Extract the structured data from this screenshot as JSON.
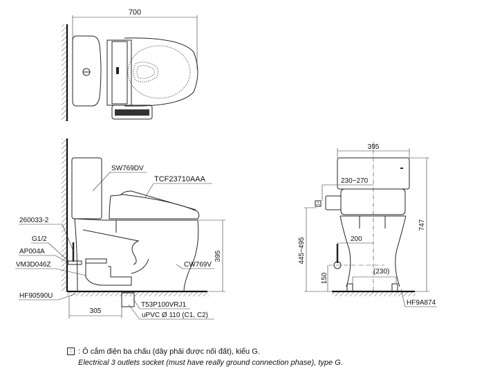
{
  "top_view": {
    "width_dim": "700"
  },
  "side_view": {
    "height_dim": "395",
    "rough_in_dim": "305",
    "labels": {
      "tank": "SW769DV",
      "seat": "TCF23710AAA",
      "hose": "260033-2",
      "thread": "G1/2",
      "valve": "AP004A",
      "adapter": "VM3D046Z",
      "bolt": "HF90590U",
      "bowl": "CW769V",
      "flange": "T53P100VRJ1",
      "pipe": "uPVC Ø 110 (C1, C2)"
    }
  },
  "front_view": {
    "width_dim": "395",
    "height_dim": "747",
    "socket_offset_dim": "230~270",
    "socket_height_dim": "445~495",
    "supply_offset_dim": "200",
    "supply_height_dim": "150",
    "bolt_spacing_dim": "(230)",
    "floor_fixing": "HF9A874"
  },
  "legend": {
    "socket_icon": "socket-3-pin-icon",
    "line_vi": ": Ô cắm điện ba chấu (dây phải được nối đất), kiểu G.",
    "line_en": "Electrical 3 outlets socket (must have really ground connection phase), type G."
  }
}
